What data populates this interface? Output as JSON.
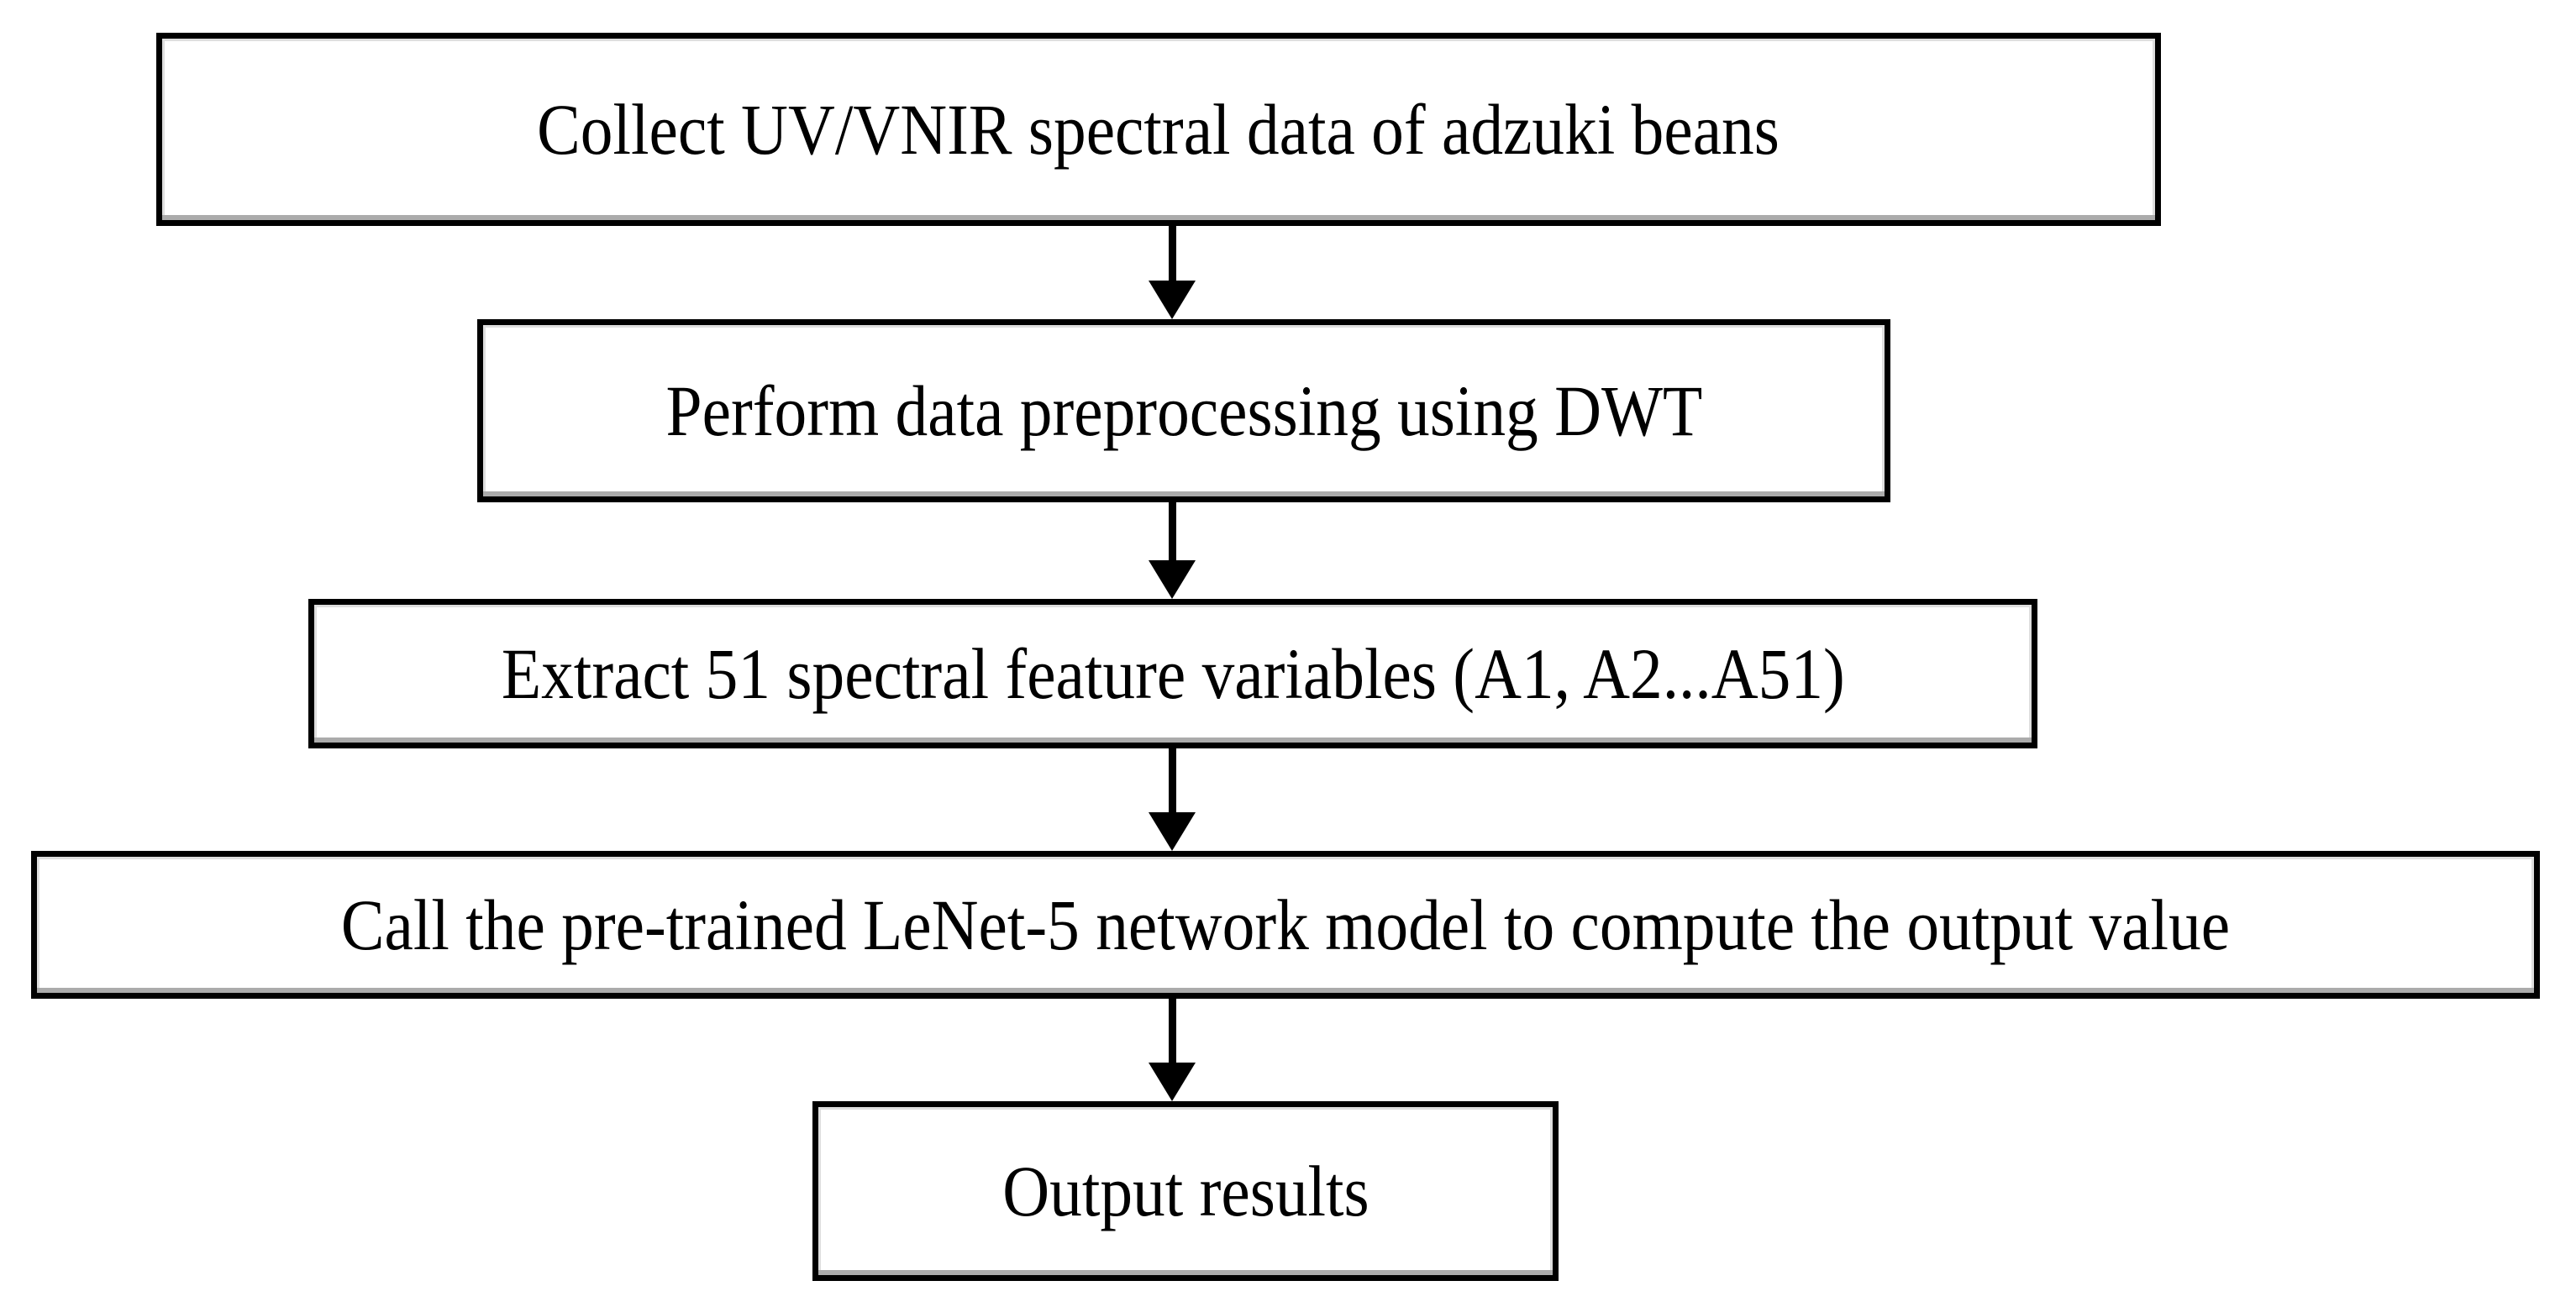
{
  "diagram": {
    "type": "flowchart",
    "direction": "top-down",
    "nodes": [
      {
        "id": "collect",
        "label": "Collect UV/VNIR spectral data of adzuki beans"
      },
      {
        "id": "preprocess",
        "label": "Perform data preprocessing using DWT"
      },
      {
        "id": "extract",
        "label": "Extract 51 spectral feature variables (A1, A2...A51)"
      },
      {
        "id": "model",
        "label": "Call the pre-trained LeNet-5 network model to compute the output value"
      },
      {
        "id": "output",
        "label": "Output results"
      }
    ],
    "edges": [
      {
        "from": "collect",
        "to": "preprocess"
      },
      {
        "from": "preprocess",
        "to": "extract"
      },
      {
        "from": "extract",
        "to": "model"
      },
      {
        "from": "model",
        "to": "output"
      }
    ],
    "colors": {
      "background": "#ffffff",
      "box_fill": "#ffffff",
      "box_border": "#000000",
      "text": "#000000",
      "arrow": "#000000",
      "inner_shadow": "#ababab"
    }
  }
}
